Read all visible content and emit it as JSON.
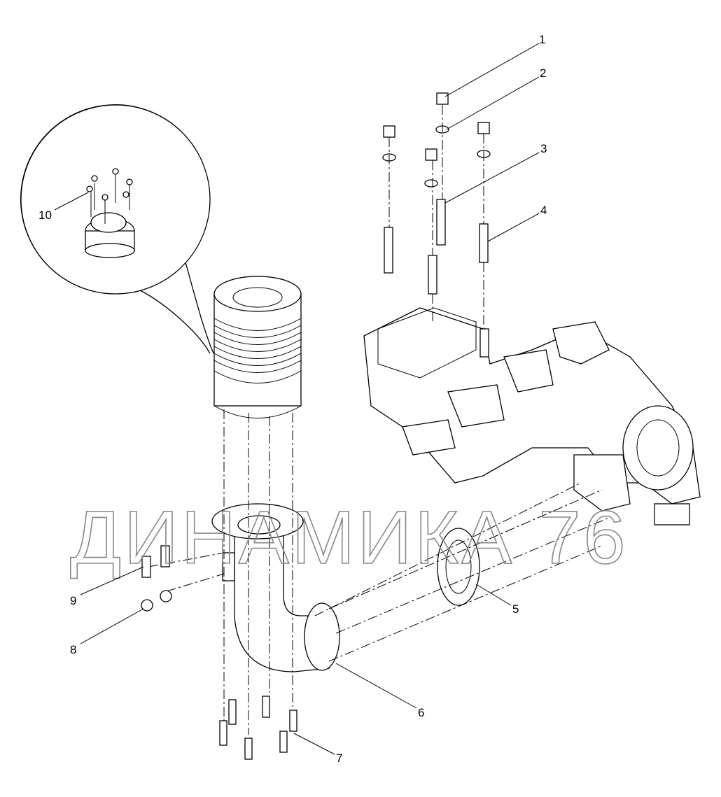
{
  "watermark": "ДИНАМИКА 76",
  "callouts": [
    "1",
    "2",
    "3",
    "4",
    "5",
    "6",
    "7",
    "8",
    "9",
    "10"
  ]
}
